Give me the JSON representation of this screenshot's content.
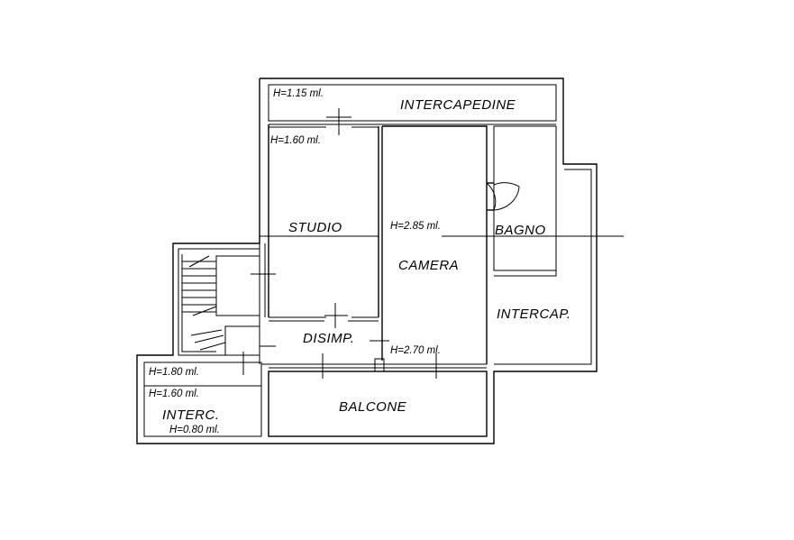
{
  "rooms": {
    "intercapedine": "INTERCAPEDINE",
    "studio": "STUDIO",
    "camera": "CAMERA",
    "bagno": "BAGNO",
    "intercap": "INTERCAP.",
    "disimp": "DISIMP.",
    "balcone": "BALCONE",
    "interc": "INTERC."
  },
  "heights": {
    "intercapedine": "H=1.15 ml.",
    "studio": "H=1.60 ml.",
    "camera": "H=2.85 ml.",
    "disimp": "H=2.70 ml.",
    "interc_top": "H=1.80 ml.",
    "interc_mid": "H=1.60 ml.",
    "interc_bottom": "H=0.80 ml."
  }
}
